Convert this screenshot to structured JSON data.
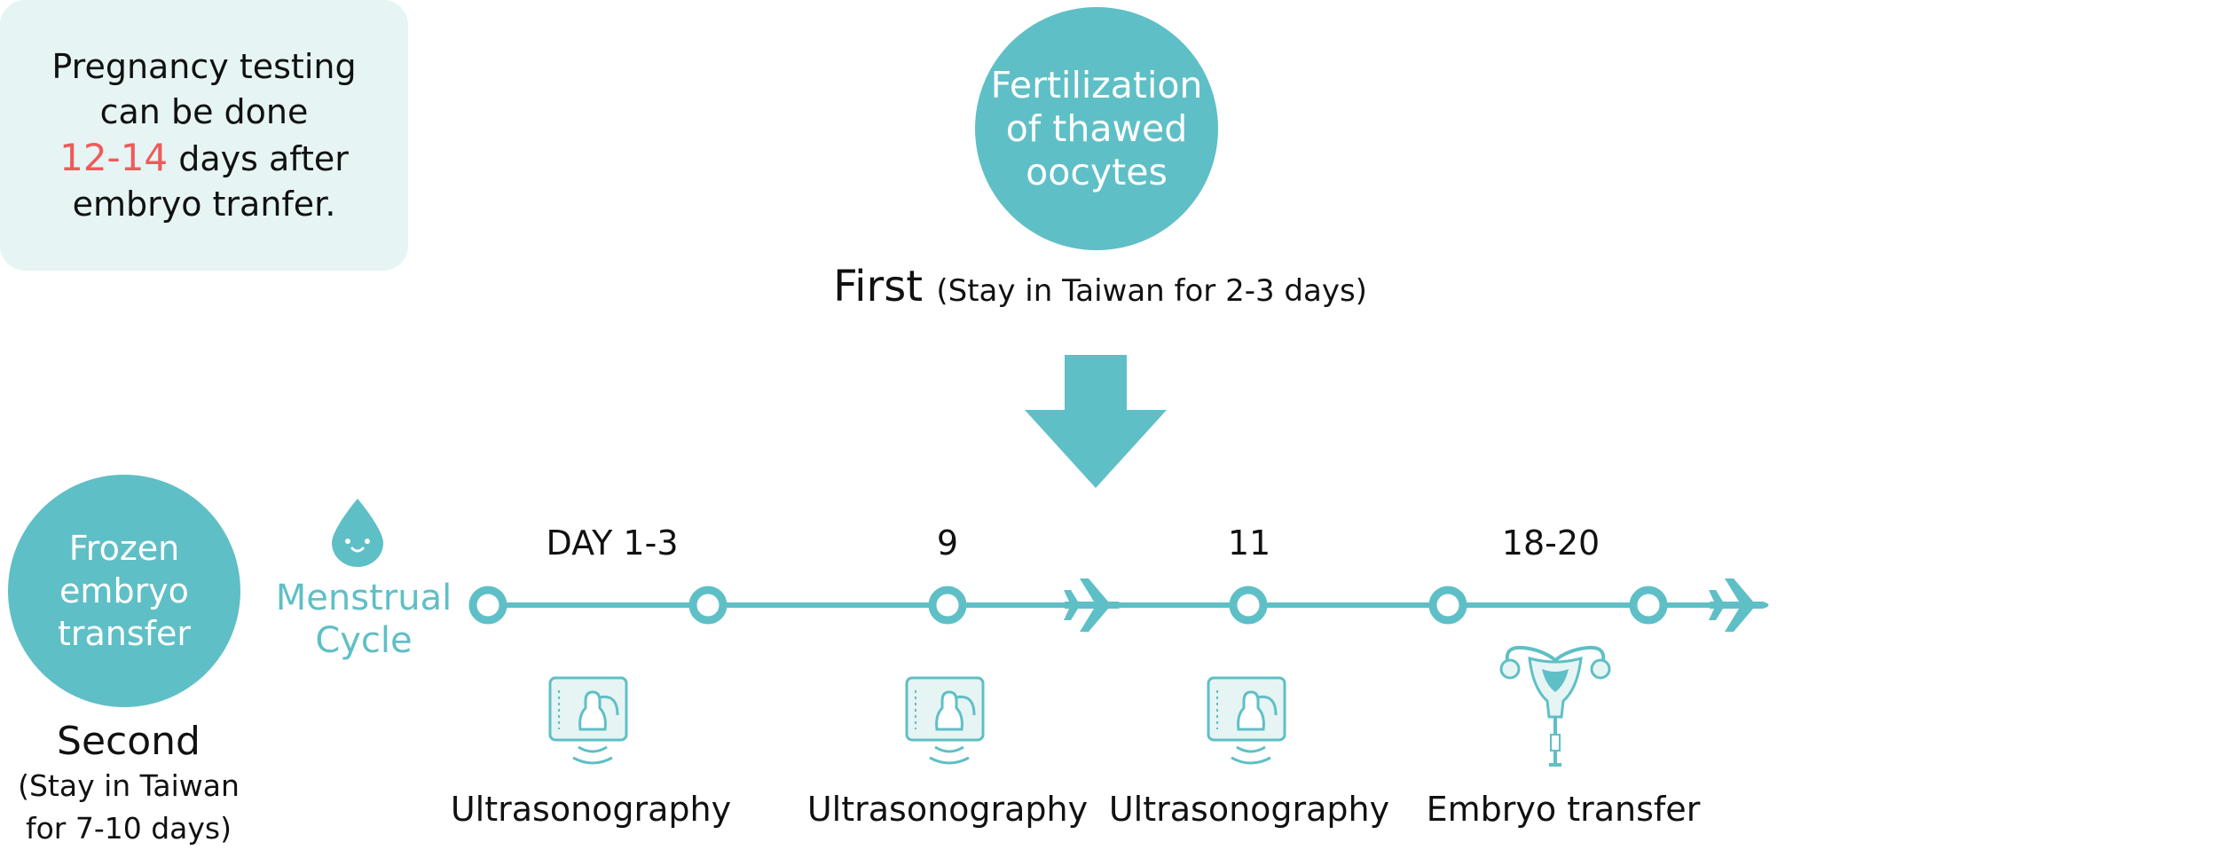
{
  "top_step": {
    "circle_text": "Fertilization\nof thawed\noocytes",
    "visit_label": "First",
    "stay_note": "(Stay in Taiwan for 2-3 days)"
  },
  "bottom_step": {
    "circle_text": "Frozen\nembryo\ntransfer",
    "visit_label": "Second",
    "stay_note": "(Stay in Taiwan\nfor 7-10 days)"
  },
  "menstrual_cycle": {
    "label": "Menstrual\nCycle",
    "icon": "droplet-face-icon"
  },
  "timeline": {
    "day_labels": [
      "DAY 1-3",
      "9",
      "11",
      "18-20"
    ],
    "steps": [
      {
        "label": "Ultrasonography",
        "icon": "ultrasound-icon"
      },
      {
        "label": "Ultrasonography",
        "icon": "ultrasound-icon"
      },
      {
        "label": "Ultrasonography",
        "icon": "ultrasound-icon"
      },
      {
        "label": "Embryo transfer",
        "icon": "uterus-icon"
      }
    ],
    "travel_icons": [
      "airplane-icon",
      "airplane-icon"
    ]
  },
  "result": {
    "line1": "Pregnancy testing",
    "line2": "can be done",
    "highlight": "12-14",
    "line3_rest": " days after",
    "line4": "embryo tranfer."
  },
  "colors": {
    "teal": "#5fbfc6",
    "highlight_red": "#ef5a5a",
    "box_bg": "#e6f4f4"
  }
}
